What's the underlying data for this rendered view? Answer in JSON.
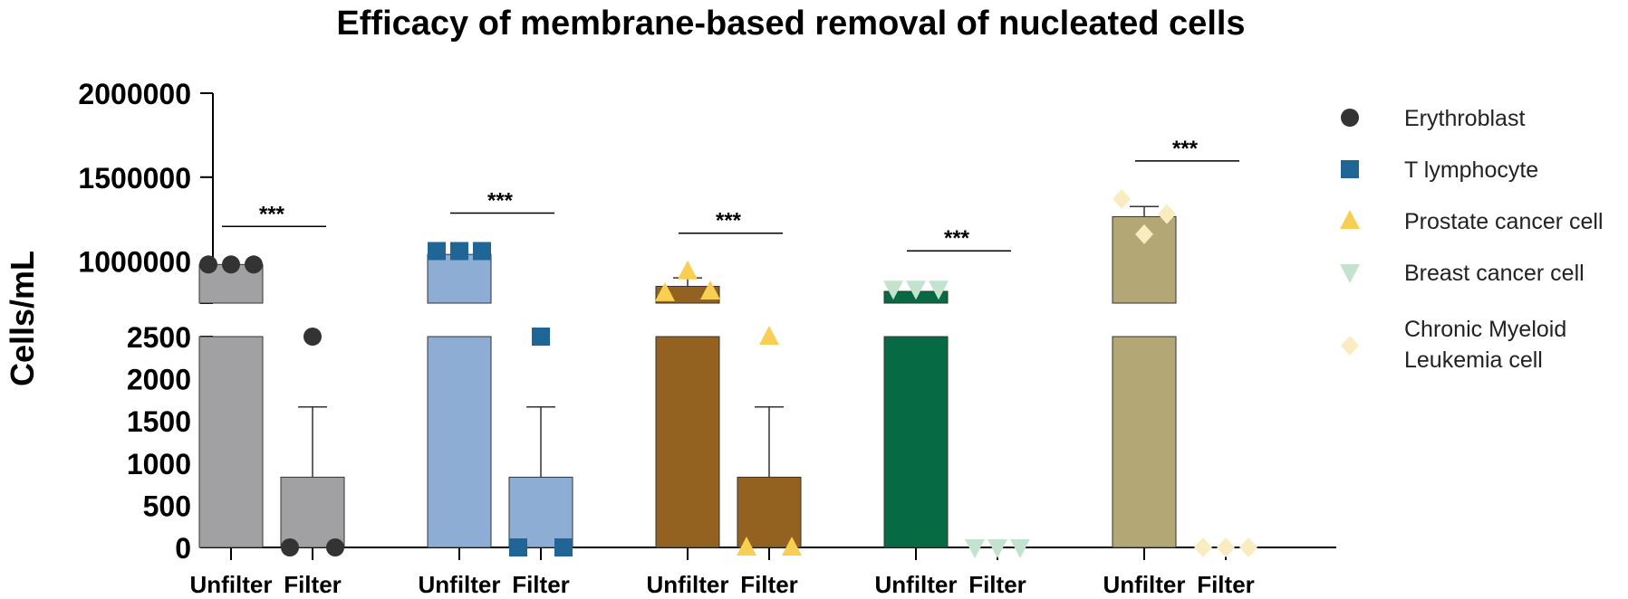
{
  "chart_data": {
    "type": "bar",
    "title": "Efficacy of membrane-based removal of nucleated cells",
    "ylabel": "Cells/mL",
    "xlabel": "",
    "y_axis_break": true,
    "upper_segment": {
      "range": [
        750000,
        2000000
      ],
      "ticks": [
        1000000,
        1500000,
        2000000
      ],
      "tick_labels": [
        "1000000",
        "1500000",
        "2000000"
      ]
    },
    "lower_segment": {
      "range": [
        0,
        2500
      ],
      "ticks": [
        0,
        500,
        1000,
        1500,
        2000,
        2500
      ],
      "tick_labels": [
        "0",
        "500",
        "1000",
        "1500",
        "2000",
        "2500"
      ]
    },
    "categories": [
      "Unfilter",
      "Filter"
    ],
    "groups": [
      {
        "name": "Erythroblast",
        "color": "#a1a1a4",
        "marker": "circle",
        "marker_color": "#333333",
        "bars": [
          {
            "label": "Unfilter",
            "value": 980000,
            "error": 0,
            "points": [
              980000,
              980000,
              980000
            ]
          },
          {
            "label": "Filter",
            "value": 833,
            "error": 833,
            "points": [
              0,
              2500,
              0
            ]
          }
        ],
        "significance": "***"
      },
      {
        "name": "T lymphocyte",
        "color": "#8dadd4",
        "marker": "square",
        "marker_color": "#1f6596",
        "bars": [
          {
            "label": "Unfilter",
            "value": 1040000,
            "error": 0,
            "points": [
              1060000,
              1060000,
              1060000
            ]
          },
          {
            "label": "Filter",
            "value": 833,
            "error": 833,
            "points": [
              0,
              2500,
              0
            ]
          }
        ],
        "significance": "***"
      },
      {
        "name": "Prostate cancer cell",
        "color": "#936220",
        "marker": "triangle-up",
        "marker_color": "#f8cf52",
        "bars": [
          {
            "label": "Unfilter",
            "value": 850000,
            "error": 50000,
            "points": [
              810000,
              940000,
              820000
            ]
          },
          {
            "label": "Filter",
            "value": 833,
            "error": 833,
            "points": [
              0,
              2500,
              0
            ]
          }
        ],
        "significance": "***"
      },
      {
        "name": "Breast cancer cell",
        "color": "#066b44",
        "marker": "triangle-down",
        "marker_color": "#c4e3cf",
        "bars": [
          {
            "label": "Unfilter",
            "value": 820000,
            "error": 0,
            "points": [
              835000,
              835000,
              835000
            ]
          },
          {
            "label": "Filter",
            "value": 0,
            "error": 0,
            "points": [
              0,
              0,
              0
            ]
          }
        ],
        "significance": "***"
      },
      {
        "name": "Chronic Myeloid Leukemia cell",
        "color": "#b3a775",
        "marker": "diamond",
        "marker_color": "#f8ecc0",
        "bars": [
          {
            "label": "Unfilter",
            "value": 1265000,
            "error": 60000,
            "points": [
              1370000,
              1160000,
              1280000
            ]
          },
          {
            "label": "Filter",
            "value": 0,
            "error": 0,
            "points": [
              0,
              0,
              0
            ]
          }
        ],
        "significance": "***"
      }
    ],
    "legend": {
      "placement": "right",
      "entries": [
        {
          "label": "Erythroblast"
        },
        {
          "label": "T lymphocyte"
        },
        {
          "label": "Prostate cancer cell"
        },
        {
          "label": "Breast cancer cell"
        },
        {
          "label_lines": [
            "Chronic Myeloid",
            "Leukemia cell"
          ]
        }
      ]
    },
    "grid": false
  }
}
